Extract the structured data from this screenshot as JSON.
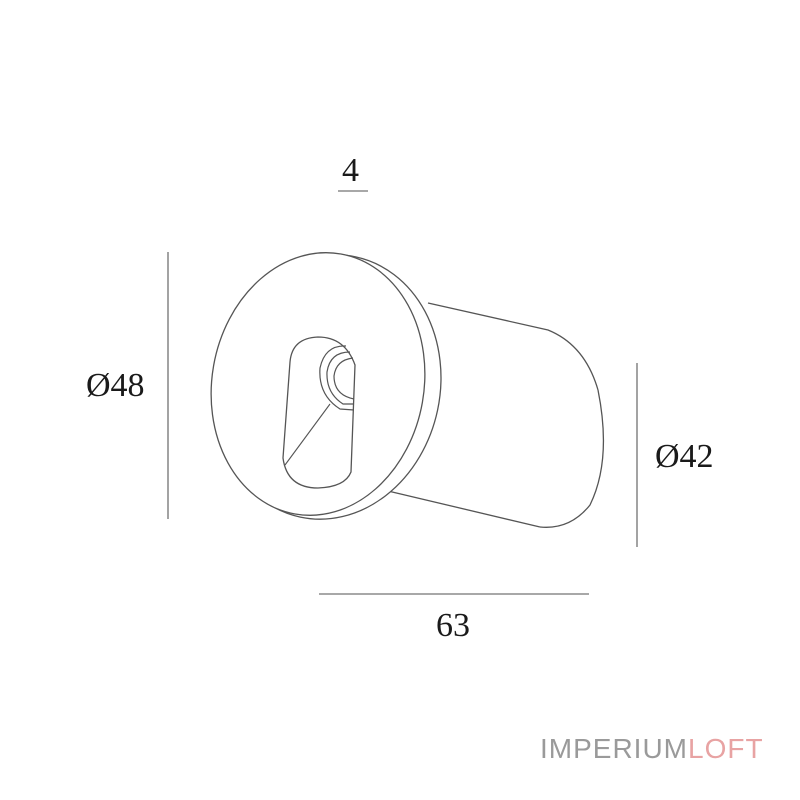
{
  "drawing": {
    "type": "technical-dimension-drawing",
    "subject": "round recessed wall step light",
    "line_color": "#555555",
    "dimension_line_color": "#8c8c8c"
  },
  "dimensions": {
    "flange_thickness": {
      "label": "4"
    },
    "flange_diameter": {
      "label": "Ø48"
    },
    "body_diameter": {
      "label": "Ø42"
    },
    "total_depth": {
      "label": "63"
    }
  },
  "logo": {
    "part1": "IMPERIUM",
    "part2": "LOFT",
    "part1_color": "#9a9a9a",
    "part2_color": "#e8a3a3"
  }
}
